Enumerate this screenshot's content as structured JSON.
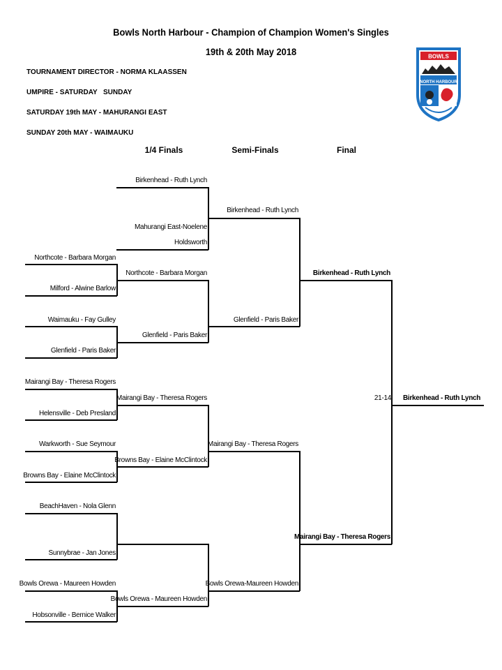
{
  "title": {
    "line1": "Bowls North Harbour - Champion of Champion Women's Singles",
    "line2": "19th & 20th May 2018"
  },
  "info": {
    "director": "TOURNAMENT DIRECTOR - NORMA KLAASSEN",
    "umpire": "UMPIRE - SATURDAY",
    "umpire_sunday": "SUNDAY",
    "saturday": "SATURDAY 19th MAY - MAHURANGI EAST",
    "sunday": "SUNDAY 20th MAY - WAIMAUKU"
  },
  "logo": {
    "top_text": "BOWLS",
    "bottom_text": "NORTH HARBOUR",
    "colors": {
      "blue": "#1e74c4",
      "red": "#d8202a"
    }
  },
  "headers": {
    "quarter": "1/4 Finals",
    "semi": "Semi-Finals",
    "final": "Final"
  },
  "round1": [
    "Northcote - Barbara Morgan",
    "Milford - Alwine Barlow",
    "Waimauku - Fay Gulley",
    "Glenfield - Paris Baker",
    "Mairangi Bay - Theresa Rogers",
    "Helensville - Deb Presland",
    "Warkworth - Sue Seymour",
    "Browns Bay - Elaine McClintock",
    "BeachHaven - Nola Glenn",
    "Sunnybrae - Jan Jones",
    "Bowls Orewa - Maureen Howden",
    "Hobsonville - Bernice Walker"
  ],
  "quarter": [
    "Birkenhead - Ruth Lynch",
    "Mahurangi East-Noelene",
    "Holdsworth",
    "Northcote - Barbara Morgan",
    "Glenfield - Paris Baker",
    "Mairangi Bay - Theresa Rogers",
    "Browns Bay - Elaine McClintock",
    "Bowls Orewa - Maureen Howden"
  ],
  "semi": [
    "Birkenhead - Ruth Lynch",
    "Glenfield - Paris Baker",
    "Mairangi Bay - Theresa Rogers",
    "Bowls Orewa-Maureen Howden"
  ],
  "final": [
    "Birkenhead - Ruth Lynch",
    "Mairangi Bay - Theresa Rogers"
  ],
  "champion": {
    "score": "21-14",
    "name": "Birkenhead - Ruth Lynch"
  }
}
